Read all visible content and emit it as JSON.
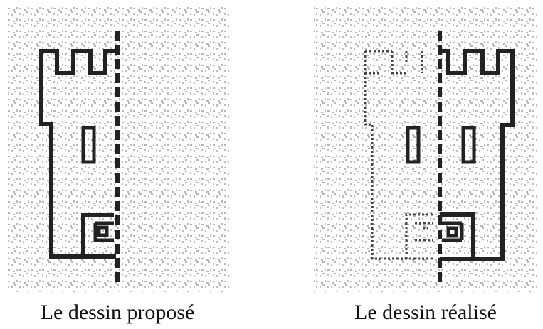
{
  "captions": {
    "left": "Le dessin proposé",
    "right": "Le dessin réalisé"
  },
  "colors": {
    "stroke": "#222222",
    "grid": "#6e6e6e",
    "background": "#ffffff"
  },
  "figure": {
    "left_panel": "proposed drawing with tower half and dashed symmetry axis",
    "right_panel": "realized drawing with reflected solid shape and dotted copy"
  }
}
